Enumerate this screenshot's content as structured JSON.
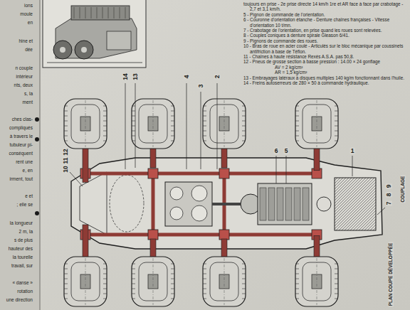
{
  "diagram": {
    "labels": [
      "toujours en prise - 2e prise directe 14 km/h 1re et AR face à face par crabotage - 2,7 et 3,1 km/h.",
      "5 - Pignon de commande de l'orientation.",
      "6 - Couronne d'orientation étanche - Denture chaînes françaises - Vitesse d'orientation 10 t/mn.",
      "7 - Crabotage de l'orientation, en prise quand les roues sont relevées.",
      "8 - Couples coniques à denture spirale Gleason 6/41.",
      "9 - Pignons de commande des roues.",
      "10 - Bras de roue en acier coulé - Articulés sur le bloc mécanique par coussinets antifriction à base de Téflon.",
      "11 - Chaînes à haute résistance Rexès A.S.A. pas 50,8.",
      "12 - Pneus de grosse section à basse pression : 14.00 × 24 gonflage",
      "AV = 2 kg/cm²",
      "AR = 1,5 kg/cm²",
      "13 - Embrayages latéraux à disques multiples 140 kg/m fonctionnant dans l'huile.",
      "14 - Freins autoserreurs de 280 × 50 à commande hydraulique.",
      "14",
      "13",
      "12",
      "11",
      "10",
      "4",
      "3",
      "2",
      "6",
      "5",
      "1",
      "9",
      "8",
      "7",
      "COUPLAGE",
      "PLAN COUPE DÉVELOPPÉE",
      "ions",
      "moule",
      "en",
      "hine et",
      "dée",
      "n couple",
      "intérieur",
      "nts, deux",
      "s, la",
      "ment",
      "ches clas-",
      "compliqués",
      "à travers le",
      "tubuleur pi-",
      "conséquent",
      "rent une",
      "e, en",
      "irment, tout",
      "e et",
      "; elle se",
      "la longueur",
      "2 m, la",
      "s de plus",
      "hauteur des",
      "la tourelle",
      "travail, sur",
      "« danse »",
      "rotation",
      "une direction"
    ]
  }
}
